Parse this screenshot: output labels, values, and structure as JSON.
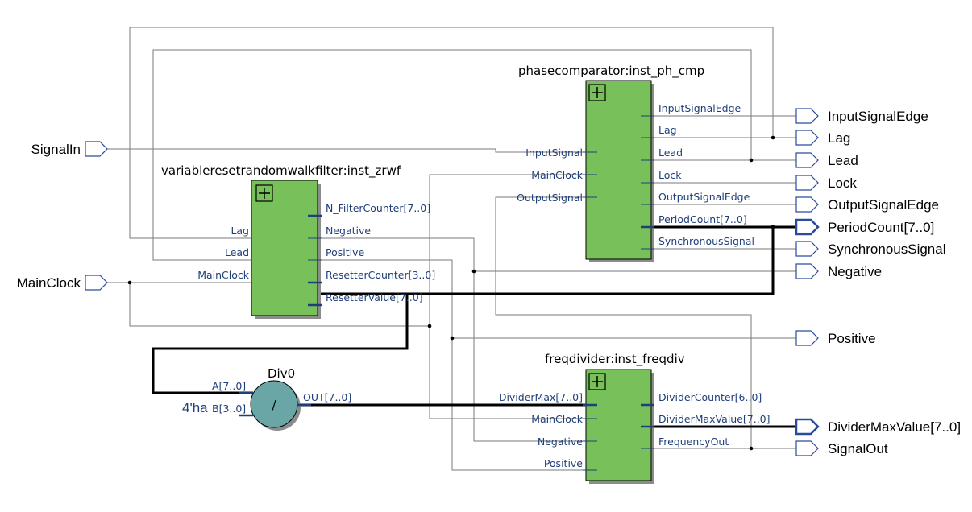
{
  "diagram": {
    "colors": {
      "block_fill": "#77c05a",
      "block_stroke": "#000000",
      "block_shadow": "#8c8c8c",
      "divider_fill": "#6aa6a6",
      "wire": "#7a7a7a",
      "bus": "#000000",
      "pin_stroke": "#2a4aa0",
      "port_text": "#1f3f7a"
    },
    "input_pins": {
      "signal_in": "SignalIn",
      "main_clock": "MainClock"
    },
    "output_pins": {
      "input_signal_edge": "InputSignalEdge",
      "lag": "Lag",
      "lead": "Lead",
      "lock": "Lock",
      "output_signal_edge": "OutputSignalEdge",
      "period_count": "PeriodCount[7..0]",
      "synchronous_signal": "SynchronousSignal",
      "negative": "Negative",
      "positive": "Positive",
      "divider_max_value": "DividerMaxValue[7..0]",
      "signal_out": "SignalOut"
    },
    "zrwf": {
      "title": "variableresetrandomwalkfilter:inst_zrwf",
      "in_lag": "Lag",
      "in_lead": "Lead",
      "in_main_clock": "MainClock",
      "out_n_filter_counter": "N_FilterCounter[7..0]",
      "out_negative": "Negative",
      "out_positive": "Positive",
      "out_resetter_counter": "ResetterCounter[3..0]",
      "out_resetter_value": "ResetterValue[7..0]"
    },
    "ph_cmp": {
      "title": "phasecomparator:inst_ph_cmp",
      "in_input_signal": "InputSignal",
      "in_main_clock": "MainClock",
      "in_output_signal": "OutputSignal",
      "out_input_signal_edge": "InputSignalEdge",
      "out_lag": "Lag",
      "out_lead": "Lead",
      "out_lock": "Lock",
      "out_output_signal_edge": "OutputSignalEdge",
      "out_period_count": "PeriodCount[7..0]",
      "out_synchronous_signal": "SynchronousSignal"
    },
    "freqdiv": {
      "title": "freqdivider:inst_freqdiv",
      "in_divider_max": "DividerMax[7..0]",
      "in_main_clock": "MainClock",
      "in_negative": "Negative",
      "in_positive": "Positive",
      "out_divider_counter": "DividerCounter[6..0]",
      "out_divider_max_value": "DividerMaxValue[7..0]",
      "out_frequency_out": "FrequencyOut"
    },
    "div0": {
      "title": "Div0",
      "in_a": "A[7..0]",
      "in_b": "B[3..0]",
      "out": "OUT[7..0]",
      "symbol": "/",
      "const_b": "4'ha"
    },
    "expand_symbol": "+"
  }
}
